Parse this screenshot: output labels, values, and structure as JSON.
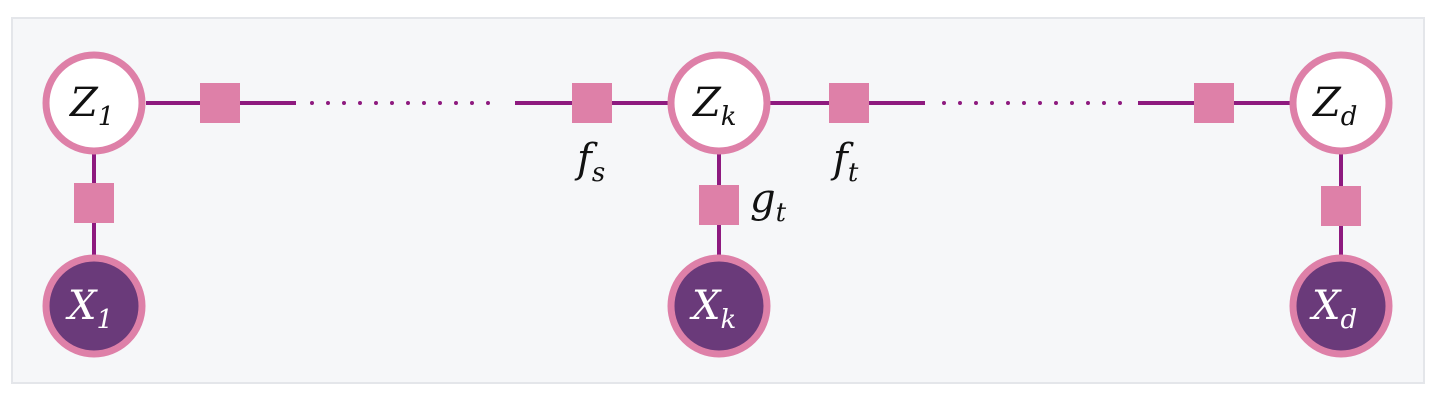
{
  "colors": {
    "edge": "#8e1a7f",
    "factor": "#de80a8",
    "latent_fill": "#ffffff",
    "observed_fill": "#6a3a7a",
    "panel": "#f6f7f9"
  },
  "latent_nodes": [
    {
      "base": "Z",
      "sub": "1"
    },
    {
      "base": "Z",
      "sub": "k"
    },
    {
      "base": "Z",
      "sub": "d"
    }
  ],
  "observed_nodes": [
    {
      "base": "X",
      "sub": "1"
    },
    {
      "base": "X",
      "sub": "k"
    },
    {
      "base": "X",
      "sub": "d"
    }
  ],
  "factor_labels": {
    "f_s": {
      "base": "f",
      "sub": "s"
    },
    "f_t": {
      "base": "f",
      "sub": "t"
    },
    "g_t": {
      "base": "g",
      "sub": "t"
    }
  }
}
